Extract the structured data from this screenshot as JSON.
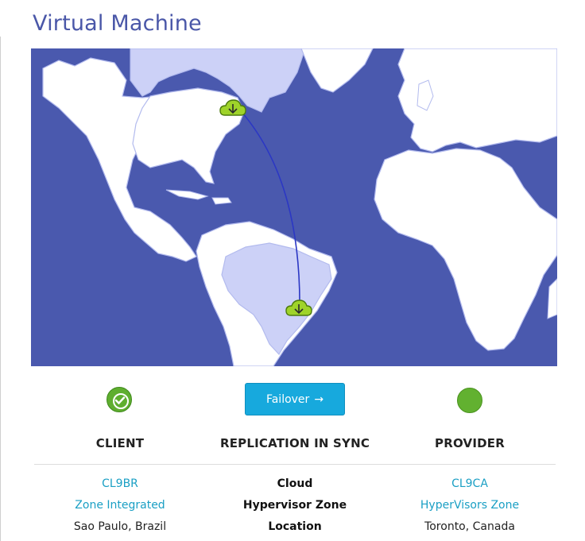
{
  "page": {
    "title": "Virtual Machine"
  },
  "map": {
    "ocean_color": "#4a59ae",
    "land_color": "#ffffff",
    "highlight_color": "#ccd1f7",
    "route_color": "#2b37c4",
    "cloud_color": "#9fd32a",
    "origin_marker": "cloud-download-icon",
    "destination_marker": "cloud-upload-icon"
  },
  "actions": {
    "failover_label": "Failover",
    "failover_icon": "→"
  },
  "columns": {
    "client": {
      "header": "CLIENT",
      "status": "check-circle-icon",
      "cloud": "CL9BR",
      "zone": "Zone Integrated",
      "location": "Sao Paulo, Brazil"
    },
    "replication": {
      "header": "REPLICATION IN SYNC",
      "cloud_label": "Cloud",
      "zone_label": "Hypervisor Zone",
      "location_label": "Location"
    },
    "provider": {
      "header": "PROVIDER",
      "status": "status-dot-icon",
      "cloud": "CL9CA",
      "zone": "HyperVisors Zone",
      "location": "Toronto, Canada"
    }
  },
  "colors": {
    "title": "#4a57a8",
    "link": "#1a9fc4",
    "button": "#17a9dd",
    "status_green": "#5fae2f"
  }
}
